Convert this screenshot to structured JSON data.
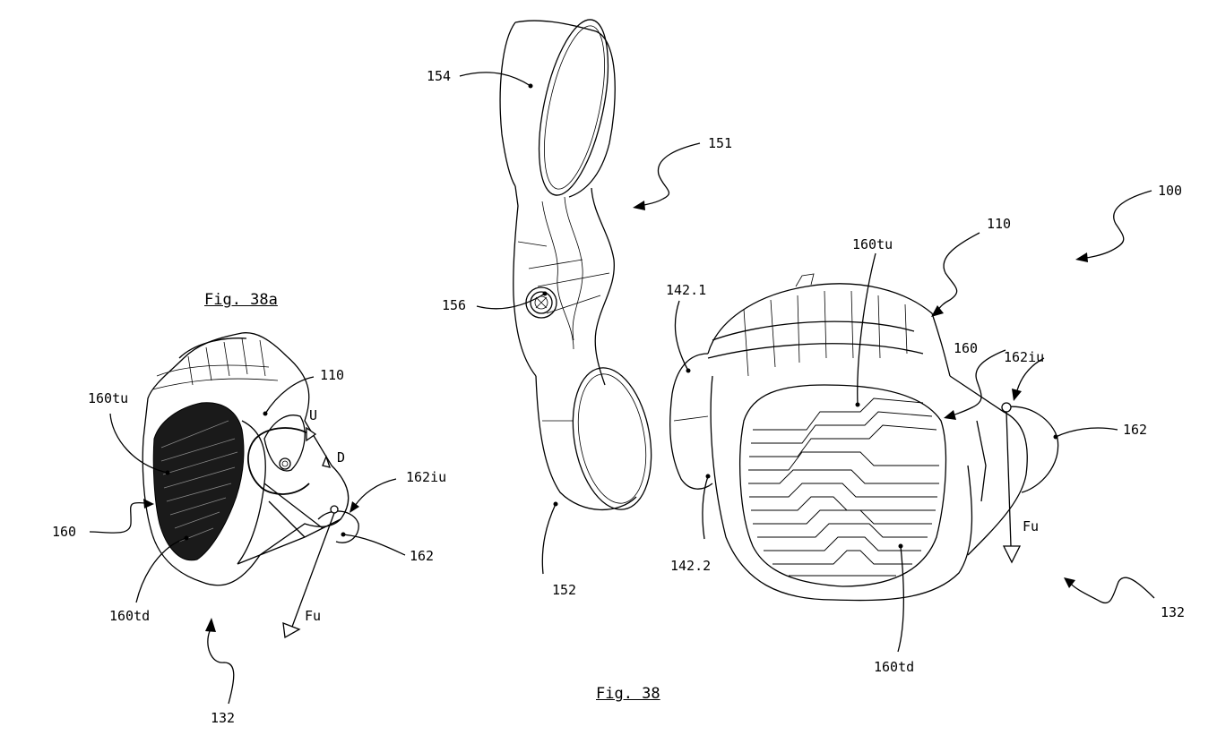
{
  "figures": {
    "fig38a": {
      "title": "Fig. 38a"
    },
    "fig38": {
      "title": "Fig. 38"
    }
  },
  "fig38a_labels": {
    "housing": "110",
    "rot_up": "U",
    "rot_down": "D",
    "top_upper": "160tu",
    "touch_surface": "160",
    "top_lower": "160td",
    "indicator_upper": "162iu",
    "indicator": "162",
    "force": "Fu",
    "assembly": "132"
  },
  "fig38_labels": {
    "clamp_upper": "154",
    "clamp_assembly": "151",
    "screw": "156",
    "clamp_lower": "152",
    "device": "100",
    "housing": "110",
    "top_upper": "160tu",
    "side_upper": "142.1",
    "touch_surface": "160",
    "indicator_upper": "162iu",
    "indicator": "162",
    "side_lower": "142.2",
    "force": "Fu",
    "top_lower": "160td",
    "assembly": "132"
  }
}
